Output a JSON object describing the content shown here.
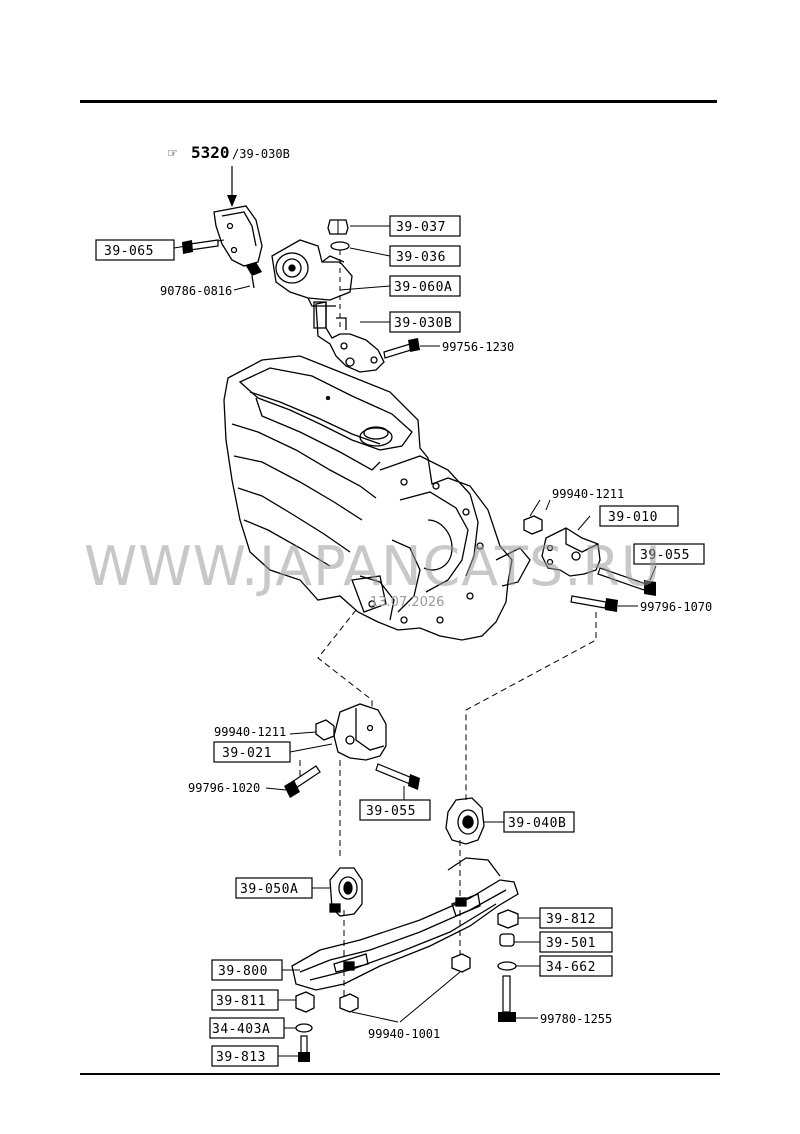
{
  "reference": {
    "symbol": "☞",
    "number": "5320",
    "suffix": "/39-030B"
  },
  "part_labels": {
    "p39_037": "39-037",
    "p39_036": "39-036",
    "p39_060A": "39-060A",
    "p39_030B": "39-030B",
    "p39_065": "39-065",
    "p39_010": "39-010",
    "p39_055_upper": "39-055",
    "p39_021": "39-021",
    "p39_055_lower": "39-055",
    "p39_040B": "39-040B",
    "p39_050A": "39-050A",
    "p39_812": "39-812",
    "p39_501": "39-501",
    "p34_662": "34-662",
    "p39_800": "39-800",
    "p39_811": "39-811",
    "p34_403A": "34-403A",
    "p39_813": "39-813"
  },
  "bolt_numbers": {
    "n90786_0816": "90786-0816",
    "n99756_1230": "99756-1230",
    "n99940_1211_upper": "99940-1211",
    "n99796_1070": "99796-1070",
    "n99940_1211_lower": "99940-1211",
    "n99796_1020": "99796-1020",
    "n99940_1001": "99940-1001",
    "n99780_1255": "99780-1255"
  },
  "watermark": {
    "site": "WWW.JAPANCATS.RU",
    "date": "13.07.2026"
  }
}
